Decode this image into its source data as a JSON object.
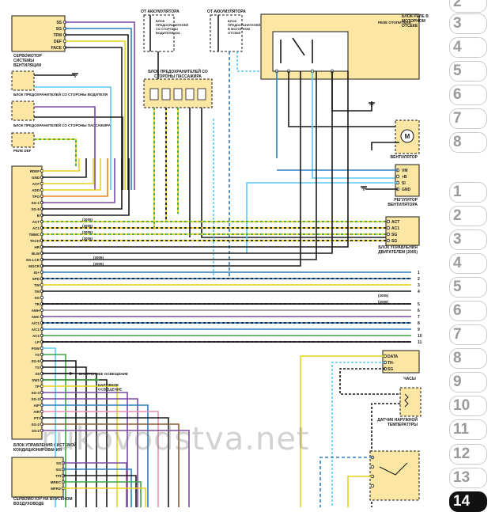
{
  "colors": {
    "component_fill": "#fbe6a3",
    "black": "#1a1a1a",
    "blue": "#2e7fc2",
    "light_blue": "#5bc8f0",
    "yellow": "#e8d21b",
    "green": "#3aa646",
    "orange": "#e9801a",
    "purple": "#7b4aa3",
    "pink": "#e58fb8",
    "red": "#d42424",
    "brown": "#8a5a2b",
    "gray": "#8a8a8a"
  },
  "labels": {
    "servo_vent": "СЕРВОМОТОР СИСТЕМЫ ВЕНТИЛЯЦИИ",
    "fuse_driver": "БЛОК ПРЕДОХРАНИТЕЛЕЙ СО СТОРОНЫ ВОДИТЕЛЯ",
    "fuse_passenger_left": "БЛОК ПРЕДОХРАНИТЕЛЕЙ СО СТОРОНЫ ПАССАЖИРА",
    "relay_def": "РЕЛЕ DEF",
    "from_battery_1": "ОТ АККУМУЛЯТОРА",
    "fuse_block_driver_small": "БЛОК ПРЕДОХРАНИТЕЛЕЙ СО СТОРОНЫ ВОДИТЕЛЯ 10А",
    "from_battery_2": "ОТ АККУМУЛЯТОРА",
    "fuse_block_engine_small": "БЛОК ПРЕДОХРАНИТЕЛЕЙ В МОТОРНОМ ОТСЕКЕ",
    "relay_block_engine": "БЛОК РЕЛЕ В МОТОРНОМ ОТСЕКЕ",
    "relay_fan": "РЕЛЕ ОТОПИТЕЛЯ",
    "fuse_block_passenger": "БЛОК ПРЕДОХРАНИТЕЛЕЙ СО СТОРОНЫ ПАССАЖИРА",
    "fan": "ВЕНТИЛЯТОР",
    "fan_regulator": "РЕГУЛЯТОР ВЕНТИЛЯТОРА",
    "ecu": "БЛОК УПРАВЛЕНИЯ ДВИГАТЕЛЕМ (2005)",
    "ac_ecu": "БЛОК УПРАВЛЕНИЯ СИСТЕМОЙ КОНДИЦИОНИРОВАНИЯ",
    "clock": "ЧАСЫ",
    "outside_temp": "ДАТЧИК НАРУЖНОЙ ТЕМПЕРАТУРЫ",
    "servo_intake": "СЕРВОМОТОР НА ВПУСКНОМ ВОЗДУХОВОДЕ",
    "inner_light": "ВНУТРЕННЕЕ ОСВЕЩЕНИЕ",
    "outer_light": "НАРУЖНОЕ ОСВЕЩЕНИЕ",
    "fan_motor_symbol": "M"
  },
  "servo_vent_pins": [
    "SS",
    "SG",
    "TPM",
    "DEF",
    "FACE"
  ],
  "ac_ecu_pins": [
    "RDEF",
    "GND",
    "ACF",
    "ADD",
    "TPO",
    "SG-1",
    "SG-5",
    "B",
    "ACT",
    "AC1",
    "TMMC",
    "TACH",
    "HR",
    "BLW",
    "SG-LCK",
    "MGCR",
    "IG+",
    "SPD",
    "TW",
    "TM",
    "SG",
    "TR",
    "AMH",
    "AMC",
    "A/C1",
    "A/C1",
    "AC1",
    "LP",
    "PSW",
    "TS",
    "SG-5",
    "TS",
    "S5",
    "SW1",
    "TP",
    "SG-3",
    "SG-3",
    "AIP",
    "AIR",
    "PTI",
    "SG-2",
    "SS-2"
  ],
  "ecu_pins": [
    "ACT",
    "AC1",
    "SG",
    "SG"
  ],
  "fan_reg_pins": [
    "VM",
    "+B",
    "SI",
    "GND"
  ],
  "clock_pins": [
    "DATA",
    "TH-",
    "SG"
  ],
  "servo_intake_pins": [
    "SS",
    "SG",
    "TPI",
    "MREC",
    "MFRS"
  ],
  "year_notes": [
    "(2005)",
    "(2005)",
    "(2005)",
    "(2005)",
    "(2005)",
    "(2005)",
    "(2005)",
    "(2005)"
  ],
  "connector_numbers": [
    "1",
    "2",
    "3",
    "4",
    "5",
    "6",
    "7",
    "8",
    "9",
    "10",
    "11"
  ],
  "page_tabs": [
    "2",
    "3",
    "4",
    "5",
    "6",
    "7",
    "8",
    "1",
    "2",
    "3",
    "4",
    "5",
    "6",
    "7",
    "8",
    "9",
    "10",
    "11",
    "12",
    "13",
    "14"
  ],
  "active_tab": "14",
  "watermark": "rukovodstva.net"
}
